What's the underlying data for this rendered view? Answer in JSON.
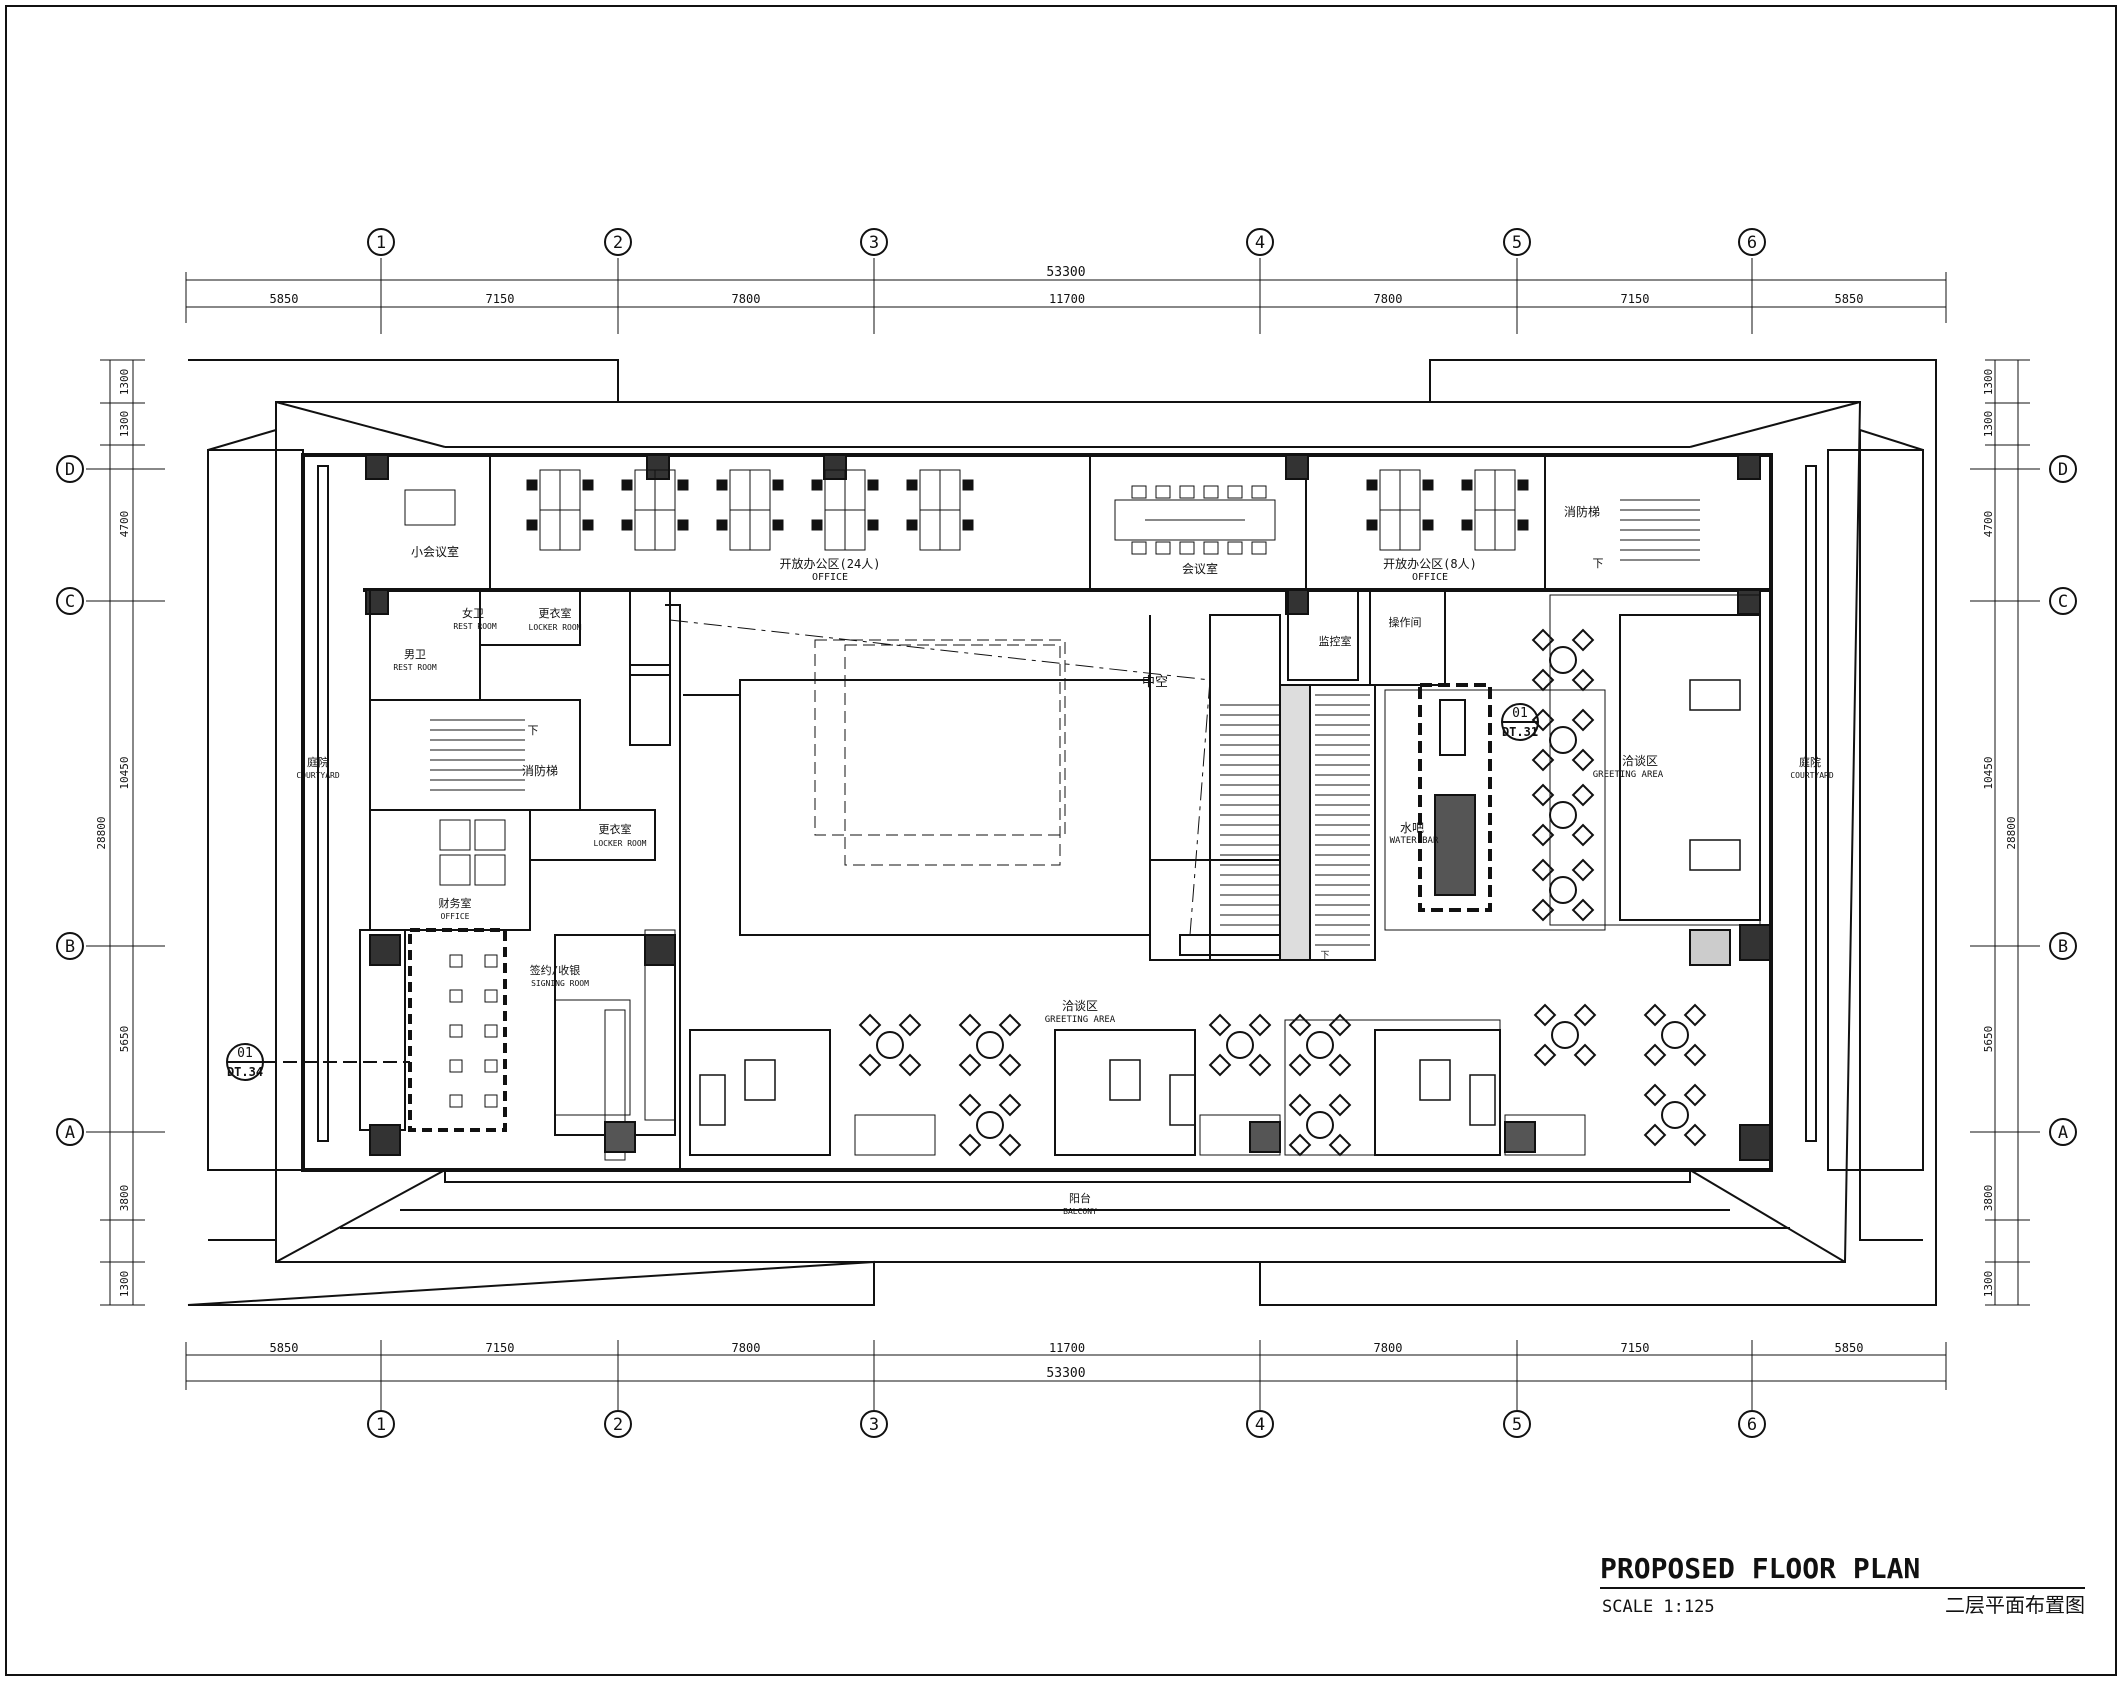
{
  "title_block": {
    "title": "PROPOSED FLOOR PLAN",
    "scale": "SCALE 1:125",
    "chinese_title": "二层平面布置图"
  },
  "grid_columns": [
    "1",
    "2",
    "3",
    "4",
    "5",
    "6"
  ],
  "grid_rows": [
    "D",
    "C",
    "B",
    "A"
  ],
  "dimensions": {
    "total_width": "53300",
    "col_segments": [
      "5850",
      "7150",
      "7800",
      "11700",
      "7800",
      "7150",
      "5850"
    ],
    "total_height": "28800",
    "row_segments": [
      "1300",
      "1300",
      "4700",
      "10450",
      "5650",
      "3800",
      "1300"
    ]
  },
  "rooms": {
    "small_meeting": "小会议室",
    "open_office_24": "开放办公区(24人)",
    "office_1": "OFFICE",
    "meeting": "会议室",
    "open_office_8": "开放办公区(8人)",
    "office_2": "OFFICE",
    "fire_stair": "消防梯",
    "female_wc": "女卫",
    "rest_room_1": "REST ROOM",
    "locker_cn_1": "更衣室",
    "locker_en_1": "LOCKER ROOM",
    "male_wc": "男卫",
    "rest_room_2": "REST ROOM",
    "fire_stair_2": "消防梯",
    "locker_cn_2": "更衣室",
    "locker_en_2": "LOCKER ROOM",
    "void": "中空",
    "courtyard_cn_left": "庭院",
    "courtyard_en_left": "COURTYARD",
    "courtyard_cn_right": "庭院",
    "courtyard_en_right": "COURTYARD",
    "finance_cn": "财务室",
    "finance_en": "OFFICE",
    "signing_cn": "签约/收银",
    "signing_en": "SIGNING ROOM",
    "greeting_cn_1": "洽谈区",
    "greeting_en_1": "GREETING AREA",
    "greeting_cn_2": "洽谈区",
    "greeting_en_2": "GREETING AREA",
    "water_bar_cn": "水吧",
    "water_bar_en": "WATER BAR",
    "monitor": "监控室",
    "operation": "操作间",
    "balcony_cn": "阳台",
    "balcony_en": "BALCONY",
    "down": "下"
  },
  "callouts": [
    {
      "num": "01",
      "ref": "DT.34"
    },
    {
      "num": "01",
      "ref": "DT.31"
    }
  ]
}
